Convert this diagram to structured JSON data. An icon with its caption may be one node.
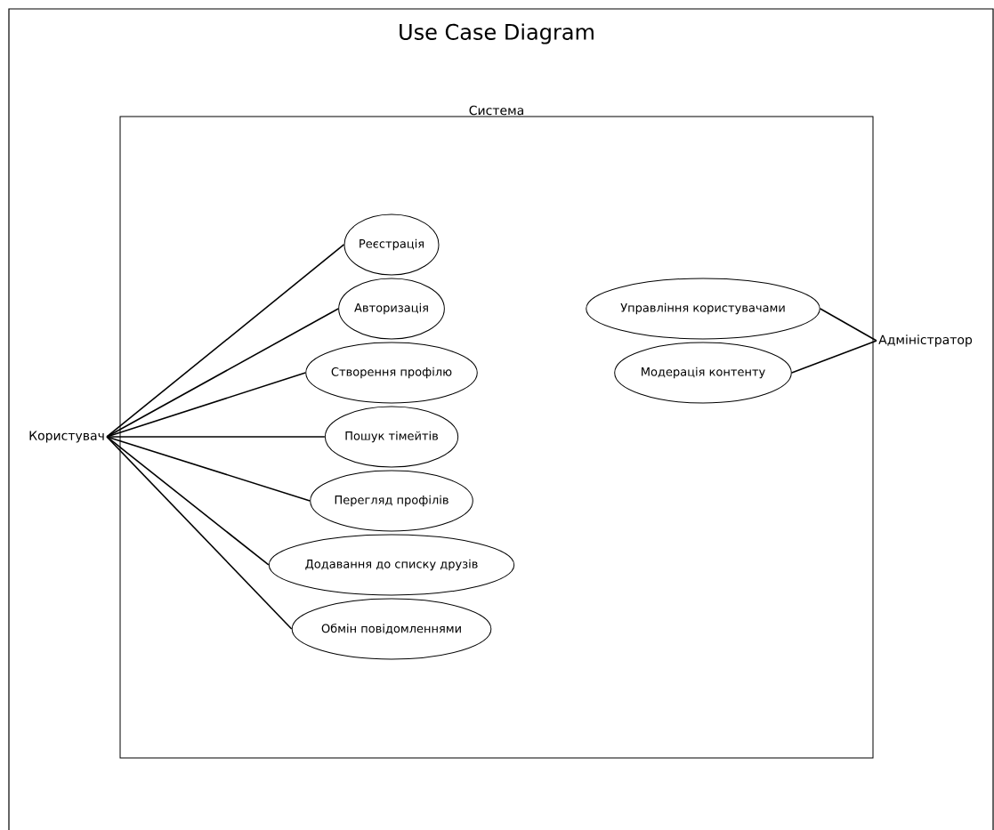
{
  "diagram": {
    "title": "Use Case Diagram",
    "nodes": [
      {
        "text": [
          "Система"
        ]
      },
      {
        "text": [
          "Реєстрація"
        ],
        "in": 0
      },
      {
        "text": [
          "Авторизація"
        ],
        "in": 0
      },
      {
        "text": [
          "Створення профілю"
        ],
        "in": 0
      },
      {
        "text": [
          "Пошук тімейтів"
        ],
        "in": 0
      },
      {
        "text": [
          "Перегляд профілів"
        ],
        "in": 0
      },
      {
        "text": [
          "Додавання до списку друзів"
        ],
        "in": 0
      },
      {
        "text": [
          "Обмін повідомленнями"
        ],
        "in": 0
      },
      {
        "text": [
          "Управління користувачами"
        ],
        "in": 0
      },
      {
        "text": [
          "Модерація контенту"
        ],
        "in": 0
      },
      {
        "text": [
          "Користувач"
        ]
      },
      {
        "text": [
          "Адміністратор"
        ]
      }
    ],
    "edges": [
      {
        "from": 10,
        "to": 1,
        "arrow": "none"
      },
      {
        "from": 10,
        "to": 2,
        "arrow": "none"
      },
      {
        "from": 10,
        "to": 3,
        "arrow": "none"
      },
      {
        "from": 10,
        "to": 4,
        "arrow": "none"
      },
      {
        "from": 10,
        "to": 5,
        "arrow": "none"
      },
      {
        "from": 10,
        "to": 6,
        "arrow": "none"
      },
      {
        "from": 10,
        "to": 7,
        "arrow": "none"
      },
      {
        "from": 11,
        "to": 8,
        "arrow": "none"
      },
      {
        "from": 11,
        "to": 9,
        "arrow": "none"
      }
    ]
  }
}
